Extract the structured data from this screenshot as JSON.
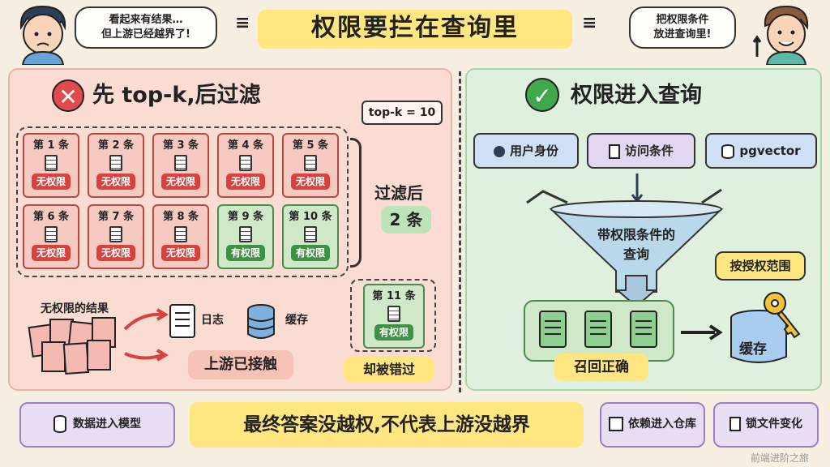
{
  "header": {
    "title": "权限要拦在查询里",
    "left_bubble_line1": "看起来有结果…",
    "left_bubble_line2": "但上游已经越界了!",
    "right_bubble_line1": "把权限条件",
    "right_bubble_line2": "放进查询里!"
  },
  "left": {
    "heading": "先 top-k,后过滤",
    "x_mark": "✕",
    "topk_label": "top-k = 10",
    "cards": [
      {
        "label": "第 1 条",
        "status": "无权限",
        "ok": false
      },
      {
        "label": "第 2 条",
        "status": "无权限",
        "ok": false
      },
      {
        "label": "第 3 条",
        "status": "无权限",
        "ok": false
      },
      {
        "label": "第 4 条",
        "status": "无权限",
        "ok": false
      },
      {
        "label": "第 5 条",
        "status": "无权限",
        "ok": false
      },
      {
        "label": "第 6 条",
        "status": "无权限",
        "ok": false
      },
      {
        "label": "第 7 条",
        "status": "无权限",
        "ok": false
      },
      {
        "label": "第 8 条",
        "status": "无权限",
        "ok": false
      },
      {
        "label": "第 9 条",
        "status": "有权限",
        "ok": true
      },
      {
        "label": "第 10 条",
        "status": "有权限",
        "ok": true
      }
    ],
    "after_filter_label": "过滤后",
    "after_filter_count": "2 条",
    "missed_card_label": "第 11 条",
    "missed_card_status": "有权限",
    "missed_caption": "却被错过",
    "unauth_results": "无权限的结果",
    "log_label": "日志",
    "cache_label": "缓存",
    "upstream_touched": "上游已接触"
  },
  "right": {
    "heading": "权限进入查询",
    "check_mark": "✓",
    "sources": [
      "用户身份",
      "访问条件",
      "pgvector"
    ],
    "funnel_line1": "带权限条件的",
    "funnel_line2": "查询",
    "scope_label": "按授权范围",
    "cache_label": "缓存",
    "recall_label": "召回正确"
  },
  "footer": {
    "data_model": "数据进入模型",
    "main_text": "最终答案没越权,不代表上游没越界",
    "dep_warehouse": "依赖进入仓库",
    "lockfile": "锁文件变化",
    "watermark": "前端进阶之旅"
  },
  "colors": {
    "bad_red": "#d8423f",
    "good_green": "#3f9245",
    "banner_yellow": "#ffe680",
    "left_panel": "#fadcd2",
    "right_panel": "#dff0de"
  }
}
